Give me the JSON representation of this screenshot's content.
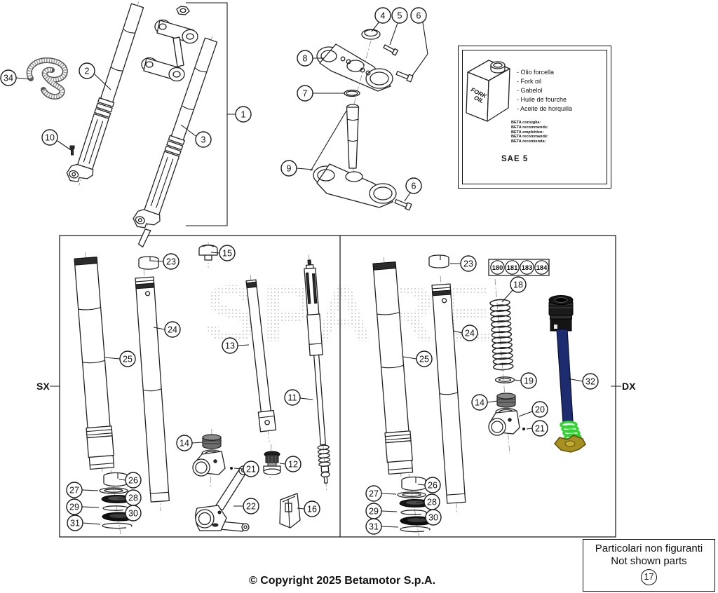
{
  "page": {
    "copyright": "© Copyright 2025 Betamotor S.p.A.",
    "watermark": "SPARE",
    "side_left": "SX",
    "side_right": "DX"
  },
  "oil_box": {
    "can_lines": [
      "FORK",
      "OIL"
    ],
    "products": [
      "- Olio forcella",
      "- Fork oil",
      "- Gabelol",
      "- Huile de fourche",
      "- Aceite de horquilla"
    ],
    "recommendations": [
      "BETA consiglia:",
      "BETA recommends:",
      "BETA empfohlen:",
      "BETA recommandé:",
      "BETA recomienda:"
    ],
    "grade": "SAE 5"
  },
  "not_shown_box": {
    "title_it": "Particolari non figuranti",
    "title_en": "Not shown parts",
    "callout": "17"
  },
  "ref_box": [
    "180",
    "181",
    "183",
    "184"
  ],
  "callouts": [
    {
      "label": "34"
    },
    {
      "label": "2"
    },
    {
      "label": "10"
    },
    {
      "label": "3"
    },
    {
      "label": "1"
    },
    {
      "label": "4"
    },
    {
      "label": "5"
    },
    {
      "label": "6"
    },
    {
      "label": "8"
    },
    {
      "label": "7"
    },
    {
      "label": "9"
    },
    {
      "label": "6"
    },
    {
      "label": "23"
    },
    {
      "label": "15"
    },
    {
      "label": "24"
    },
    {
      "label": "25"
    },
    {
      "label": "13"
    },
    {
      "label": "11"
    },
    {
      "label": "14"
    },
    {
      "label": "21"
    },
    {
      "label": "12"
    },
    {
      "label": "22"
    },
    {
      "label": "16"
    },
    {
      "label": "26"
    },
    {
      "label": "27"
    },
    {
      "label": "28"
    },
    {
      "label": "29"
    },
    {
      "label": "30"
    },
    {
      "label": "31"
    },
    {
      "label": "23"
    },
    {
      "label": "18"
    },
    {
      "label": "24"
    },
    {
      "label": "25"
    },
    {
      "label": "19"
    },
    {
      "label": "14"
    },
    {
      "label": "20"
    },
    {
      "label": "21"
    },
    {
      "label": "32"
    },
    {
      "label": "26"
    },
    {
      "label": "27"
    },
    {
      "label": "28"
    },
    {
      "label": "29"
    },
    {
      "label": "30"
    },
    {
      "label": "31"
    }
  ]
}
